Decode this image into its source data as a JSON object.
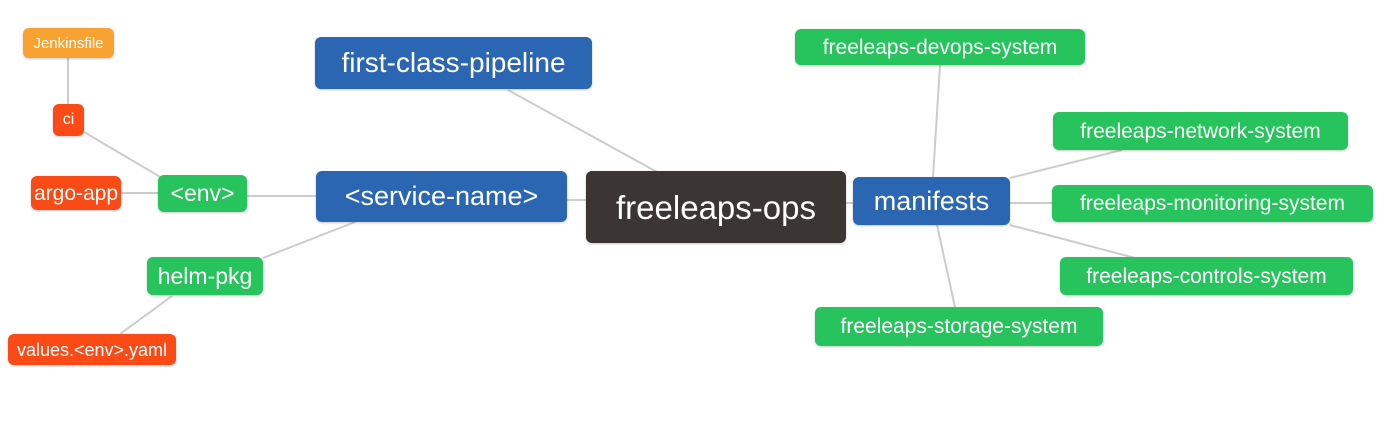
{
  "diagram": {
    "type": "mindmap",
    "root_label": "freeleaps-ops"
  },
  "colors": {
    "blue": "#2A66B2",
    "green": "#27C35C",
    "orange_red": "#FA4B16",
    "amber": "#F8A331",
    "dark": "#3B3633",
    "edge": "#CCCCCC",
    "node_text": "#FFFFFF",
    "background": "#FFFFFF"
  },
  "nodes": [
    {
      "id": "jenkinsfile",
      "label": "Jenkinsfile",
      "color": "amber"
    },
    {
      "id": "ci",
      "label": "ci",
      "color": "orange_red"
    },
    {
      "id": "argo-app",
      "label": "argo-app",
      "color": "orange_red"
    },
    {
      "id": "env",
      "label": "<env>",
      "color": "green"
    },
    {
      "id": "helm-pkg",
      "label": "helm-pkg",
      "color": "green"
    },
    {
      "id": "values-env-yaml",
      "label": "values.<env>.yaml",
      "color": "orange_red"
    },
    {
      "id": "first-class-pipeline",
      "label": "first-class-pipeline",
      "color": "blue"
    },
    {
      "id": "service-name",
      "label": "<service-name>",
      "color": "blue"
    },
    {
      "id": "freeleaps-ops",
      "label": "freeleaps-ops",
      "color": "dark"
    },
    {
      "id": "manifests",
      "label": "manifests",
      "color": "blue"
    },
    {
      "id": "freeleaps-devops-system",
      "label": "freeleaps-devops-system",
      "color": "green"
    },
    {
      "id": "freeleaps-network-system",
      "label": "freeleaps-network-system",
      "color": "green"
    },
    {
      "id": "freeleaps-monitoring-system",
      "label": "freeleaps-monitoring-system",
      "color": "green"
    },
    {
      "id": "freeleaps-controls-system",
      "label": "freeleaps-controls-system",
      "color": "green"
    },
    {
      "id": "freeleaps-storage-system",
      "label": "freeleaps-storage-system",
      "color": "green"
    }
  ],
  "edges": [
    {
      "from": "jenkinsfile",
      "to": "ci"
    },
    {
      "from": "ci",
      "to": "env"
    },
    {
      "from": "argo-app",
      "to": "env"
    },
    {
      "from": "env",
      "to": "service-name"
    },
    {
      "from": "helm-pkg",
      "to": "service-name"
    },
    {
      "from": "values-env-yaml",
      "to": "helm-pkg"
    },
    {
      "from": "first-class-pipeline",
      "to": "freeleaps-ops"
    },
    {
      "from": "service-name",
      "to": "freeleaps-ops"
    },
    {
      "from": "freeleaps-ops",
      "to": "manifests"
    },
    {
      "from": "freeleaps-devops-system",
      "to": "manifests"
    },
    {
      "from": "manifests",
      "to": "freeleaps-network-system"
    },
    {
      "from": "manifests",
      "to": "freeleaps-monitoring-system"
    },
    {
      "from": "manifests",
      "to": "freeleaps-controls-system"
    },
    {
      "from": "manifests",
      "to": "freeleaps-storage-system"
    }
  ]
}
